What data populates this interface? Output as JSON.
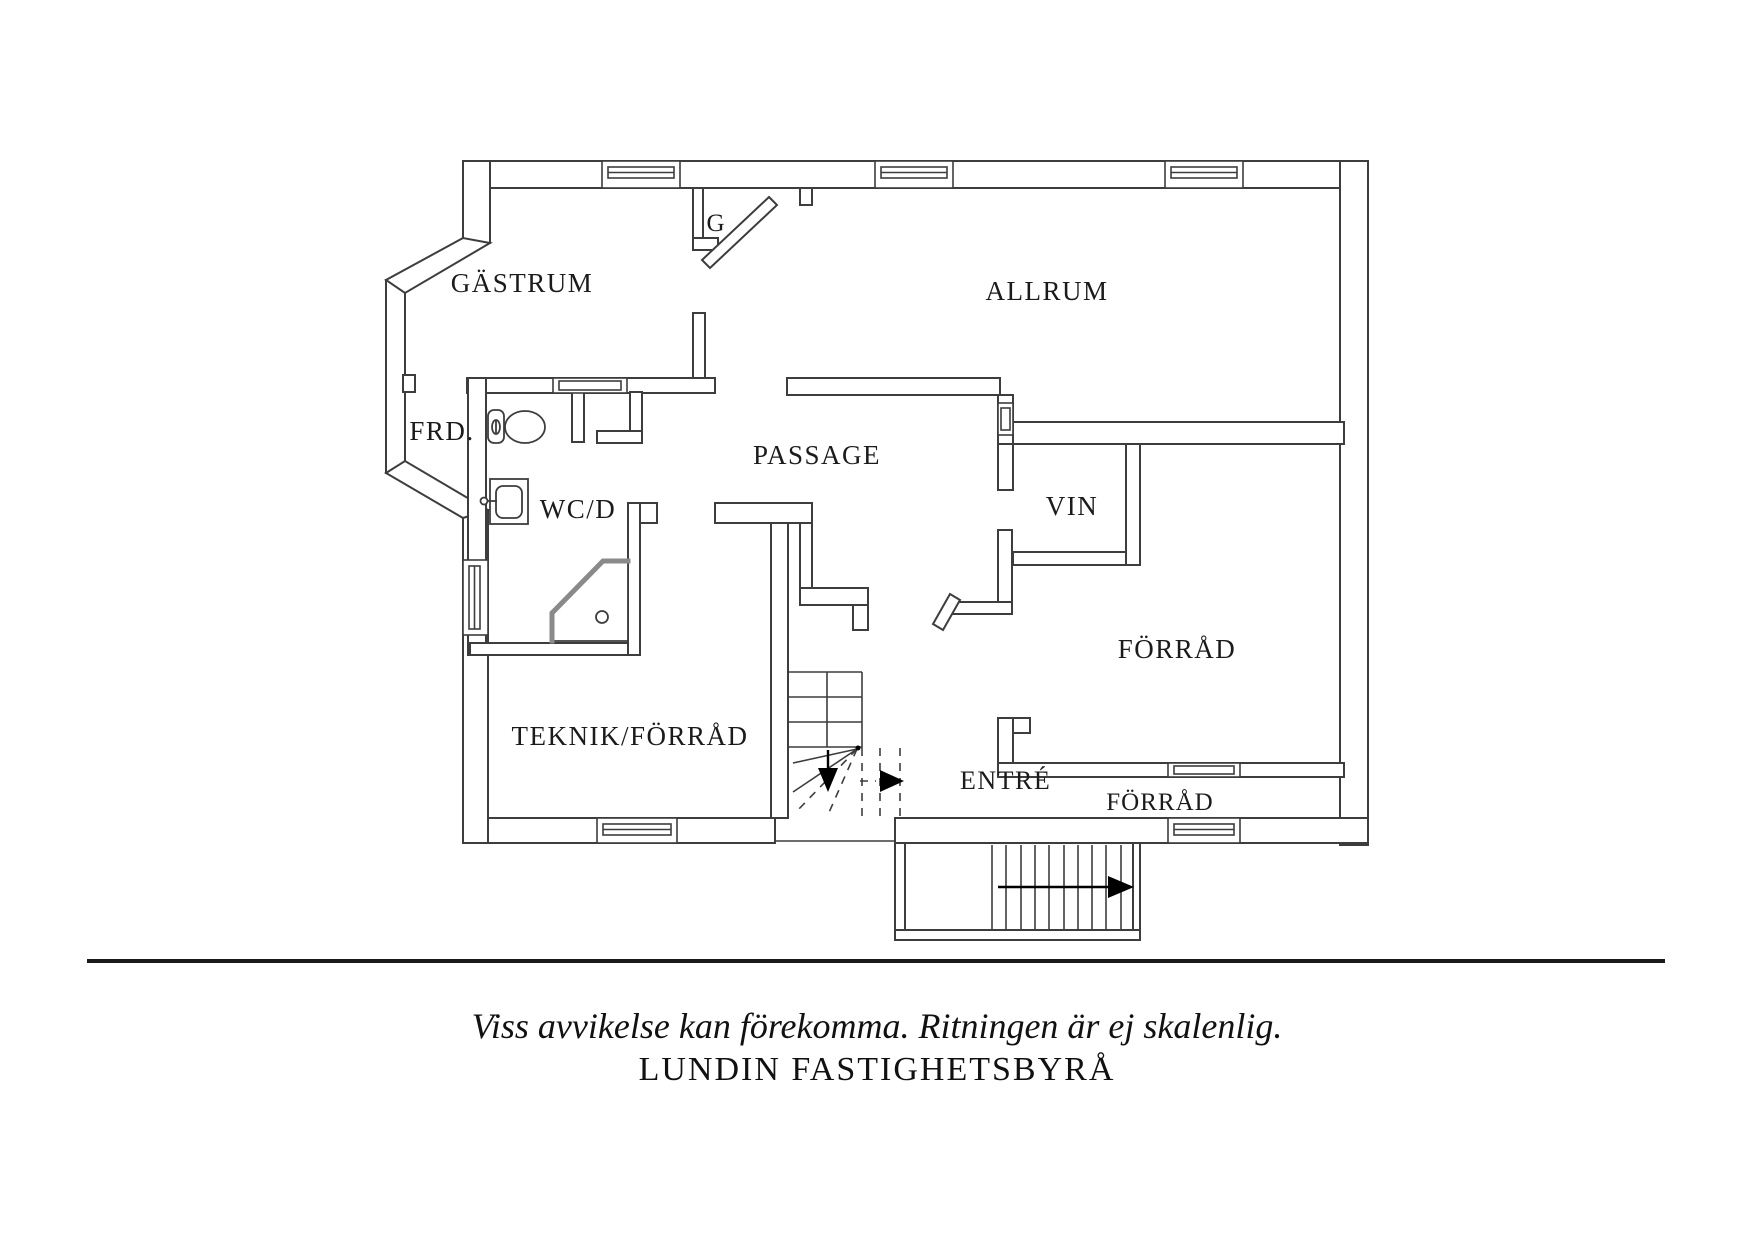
{
  "rooms": {
    "gastrum": "GÄSTRUM",
    "garderob": "G",
    "allrum": "ALLRUM",
    "frd": "FRD.",
    "passage": "PASSAGE",
    "wcd": "WC/D",
    "vin": "VIN",
    "forrad_stor": "FÖRRÅD",
    "teknik_forrad": "TEKNIK/FÖRRÅD",
    "entre": "ENTRÉ",
    "forrad_liten": "FÖRRÅD"
  },
  "footer": {
    "disclaimer": "Viss avvikelse kan förekomma. Ritningen är ej skalenlig.",
    "company": "LUNDIN FASTIGHETSBYRÅ"
  },
  "colors": {
    "wall_line": "#3d3d3d",
    "label_text": "#1b1b1b",
    "shower_glass": "#8a8a8a",
    "background": "#ffffff"
  }
}
